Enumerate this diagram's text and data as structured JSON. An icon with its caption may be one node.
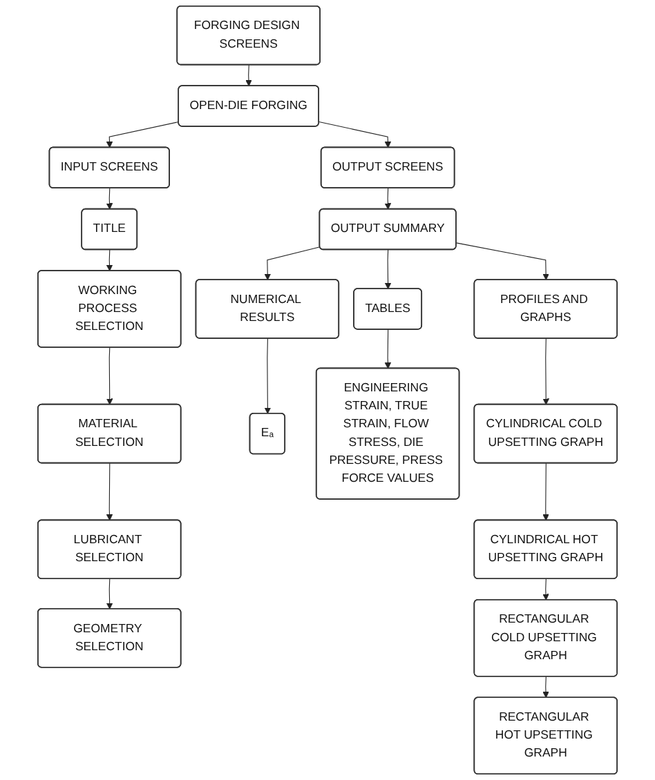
{
  "diagram": {
    "nodes": [
      {
        "text": [
          "FORGING DESIGN SCREENS"
        ]
      },
      {
        "text": [
          "OPEN-DIE FORGING"
        ]
      },
      {
        "text": [
          "INPUT SCREENS"
        ]
      },
      {
        "text": [
          "OUTPUT SCREENS"
        ]
      },
      {
        "text": [
          "TITLE"
        ]
      },
      {
        "text": [
          "WORKING PROCESS SELECTION"
        ]
      },
      {
        "text": [
          "MATERIAL SELECTION"
        ]
      },
      {
        "text": [
          "LUBRICANT SELECTION"
        ]
      },
      {
        "text": [
          "GEOMETRY SELECTION"
        ]
      },
      {
        "text": [
          "OUTPUT SUMMARY"
        ]
      },
      {
        "text": [
          "TABLES"
        ]
      },
      {
        "text": [
          "PROFILES AND GRAPHS"
        ]
      },
      {
        "text": [
          "NUMERICAL RESULTS"
        ]
      },
      {
        "text": [
          "Eₐ"
        ]
      },
      {
        "text": [
          "ENGINEERING STRAIN, TRUE STRAIN, FLOW STRESS, DIE PRESSURE, PRESS FORCE VALUES"
        ]
      },
      {
        "text": [
          "CYLINDRICAL COLD UPSETTING GRAPH"
        ]
      },
      {
        "text": [
          "CYLINDRICAL HOT UPSETTING GRAPH"
        ]
      },
      {
        "text": [
          "RECTANGULAR COLD UPSETTING GRAPH"
        ]
      },
      {
        "text": [
          "RECTANGULAR HOT UPSETTING GRAPH"
        ]
      }
    ],
    "edges": [
      {
        "from": 0,
        "to": 1,
        "arrow": "to"
      },
      {
        "from": 1,
        "to": 2,
        "arrow": "to"
      },
      {
        "from": 1,
        "to": 3,
        "arrow": "to"
      },
      {
        "from": 2,
        "to": 4,
        "arrow": "to"
      },
      {
        "from": 4,
        "to": 5,
        "arrow": "to"
      },
      {
        "from": 5,
        "to": 6,
        "arrow": "to"
      },
      {
        "from": 6,
        "to": 7,
        "arrow": "to"
      },
      {
        "from": 7,
        "to": 8,
        "arrow": "to"
      },
      {
        "from": 3,
        "to": 9,
        "arrow": "to"
      },
      {
        "from": 9,
        "to": 10,
        "arrow": "to"
      },
      {
        "from": 9,
        "to": 11,
        "arrow": "to"
      },
      {
        "from": 9,
        "to": 12,
        "arrow": "to"
      },
      {
        "from": 12,
        "to": 13,
        "arrow": "to"
      },
      {
        "from": 10,
        "to": 14,
        "arrow": "to"
      },
      {
        "from": 11,
        "to": 15,
        "arrow": "to"
      },
      {
        "from": 15,
        "to": 16,
        "arrow": "to"
      },
      {
        "from": 16,
        "to": 17,
        "arrow": "to"
      },
      {
        "from": 17,
        "to": 18,
        "arrow": "to"
      }
    ]
  }
}
